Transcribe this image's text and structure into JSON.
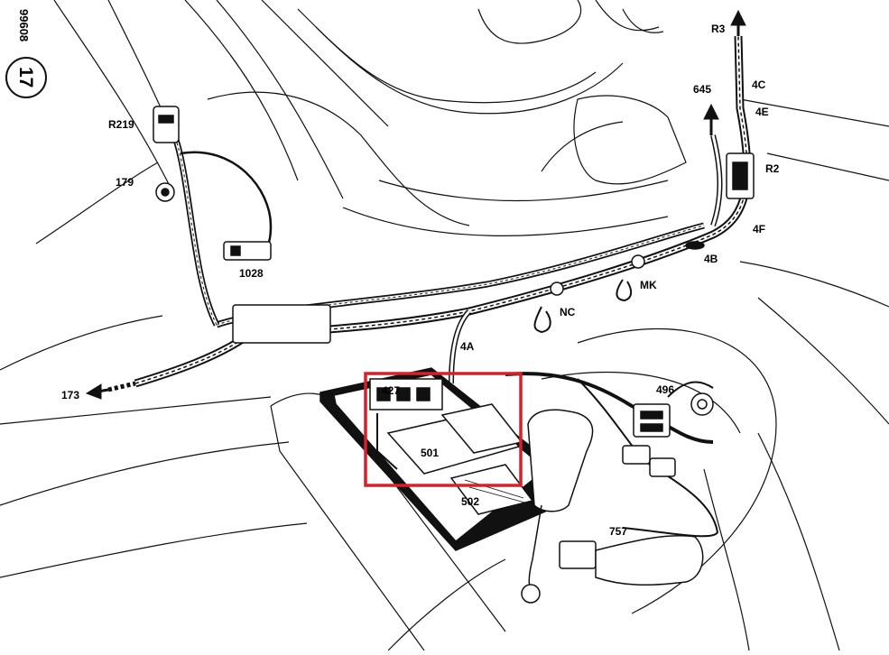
{
  "page": {
    "side_code": "99608",
    "circle_number": "17"
  },
  "labels": {
    "r219": "R219",
    "n179": "179",
    "n1028": "1028",
    "n173": "173",
    "r3": "R3",
    "n645": "645",
    "c4c": "4C",
    "c4e": "4E",
    "r2": "R2",
    "c4f": "4F",
    "c4b": "4B",
    "mk": "MK",
    "nc": "NC",
    "c4a": "4A",
    "n427": "427",
    "n501": "501",
    "n502": "502",
    "n496": "496",
    "n757": "757"
  },
  "colors": {
    "line": "#111111",
    "highlight": "#d6202a",
    "background": "#ffffff"
  }
}
